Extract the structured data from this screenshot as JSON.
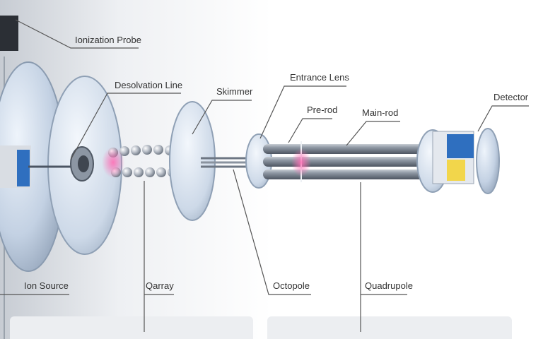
{
  "labels": {
    "ionization_probe": "Ionization Probe",
    "desolvation_line": "Desolvation Line",
    "skimmer": "Skimmer",
    "entrance_lens": "Entrance Lens",
    "pre_rod": "Pre-rod",
    "main_rod": "Main-rod",
    "detector": "Detector",
    "ion_source": "Ion Source",
    "qarray": "Qarray",
    "octopole": "Octopole",
    "quadrupole": "Quadrupole"
  },
  "colors": {
    "leader_line": "#555555",
    "label_text": "#333333",
    "glass": "#c9d6e6",
    "rod": "#7d8794",
    "ion_glow": "#ff4fa0",
    "detector_blue": "#2f6fbf",
    "detector_yellow": "#f2d64b"
  }
}
